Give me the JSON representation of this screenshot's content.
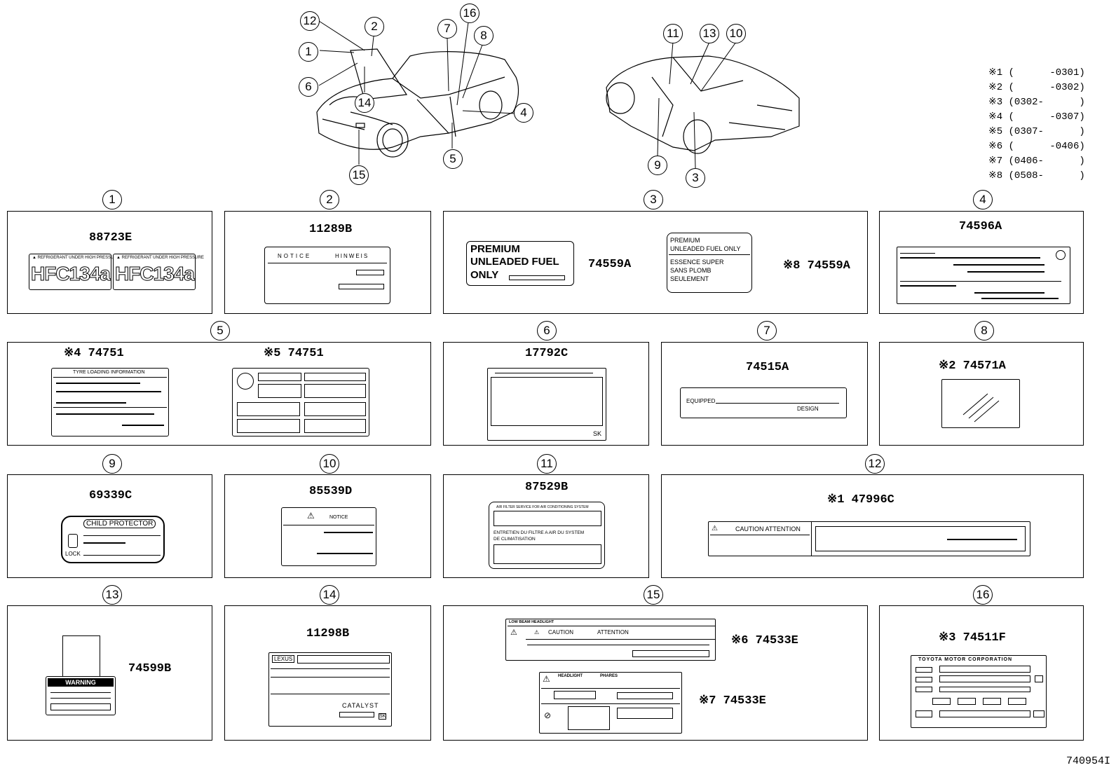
{
  "callouts": {
    "car_left": [
      "12",
      "2",
      "16",
      "7",
      "8",
      "1",
      "6",
      "14",
      "4",
      "5",
      "15"
    ],
    "car_right": [
      "11",
      "13",
      "10",
      "9",
      "3"
    ]
  },
  "legend": [
    "※1 (      -0301)",
    "※2 (      -0302)",
    "※3 (0302-      )",
    "※4 (      -0307)",
    "※5 (0307-      )",
    "※6 (      -0406)",
    "※7 (0406-      )",
    "※8 (0508-      )"
  ],
  "panels": {
    "p1": {
      "num": "1",
      "part": "88723E",
      "text": "HFC134a"
    },
    "p2": {
      "num": "2",
      "part": "11289B",
      "notice": "NOTICE",
      "hinweis": "HINWEIS"
    },
    "p3": {
      "num": "3",
      "part": "74559A",
      "big1": "PREMIUM",
      "big2": "UNLEADED FUEL",
      "big3": "ONLY",
      "alt_part": "※8 74559A",
      "a1": "PREMIUM",
      "a2": "UNLEADED FUEL ONLY",
      "a3": "ESSENCE SUPER",
      "a4": "SANS PLOMB",
      "a5": "SEULEMENT"
    },
    "p4": {
      "num": "4",
      "part": "74596A"
    },
    "p5": {
      "num": "5",
      "part_a": "※4 74751",
      "part_b": "※5 74751",
      "tire_title": "TYRE LOADING INFORMATION"
    },
    "p6": {
      "num": "6",
      "part": "17792C",
      "sk": "SK"
    },
    "p7": {
      "num": "7",
      "part": "74515A",
      "equipped": "EQUIPPED",
      "design": "DESIGN"
    },
    "p8": {
      "num": "8",
      "part": "※2 74571A"
    },
    "p9": {
      "num": "9",
      "part": "69339C",
      "child": "CHILD PROTECTOR",
      "lock": "LOCK"
    },
    "p10": {
      "num": "10",
      "part": "85539D",
      "notice": "NOTICE"
    },
    "p11": {
      "num": "11",
      "part": "87529B",
      "t1": "AIR FILTER SERVICE FOR AIR CONDITIONING SYSTEM",
      "t2": "ENTRETIEN DU FILTRE A AIR DU SYSTEM",
      "t3": "DE CLIMATISATION"
    },
    "p12": {
      "num": "12",
      "part": "※1 47996C",
      "caution": "CAUTION ATTENTION"
    },
    "p13": {
      "num": "13",
      "part": "74599B",
      "warning": "WARNING"
    },
    "p14": {
      "num": "14",
      "part": "11298B",
      "brand": "LEXUS",
      "catalyst": "CATALYST",
      "sk": "SK"
    },
    "p15": {
      "num": "15",
      "part_a": "※6 74533E",
      "part_b": "※7 74533E",
      "low": "LOW BEAM HEADLIGHT",
      "caution": "CAUTION",
      "attention": "ATTENTION",
      "headlight": "HEADLIGHT",
      "phares": "PHARES"
    },
    "p16": {
      "num": "16",
      "part": "※3 74511F",
      "corp": "TOYOTA MOTOR CORPORATION"
    }
  },
  "diagram_id": "740954I"
}
